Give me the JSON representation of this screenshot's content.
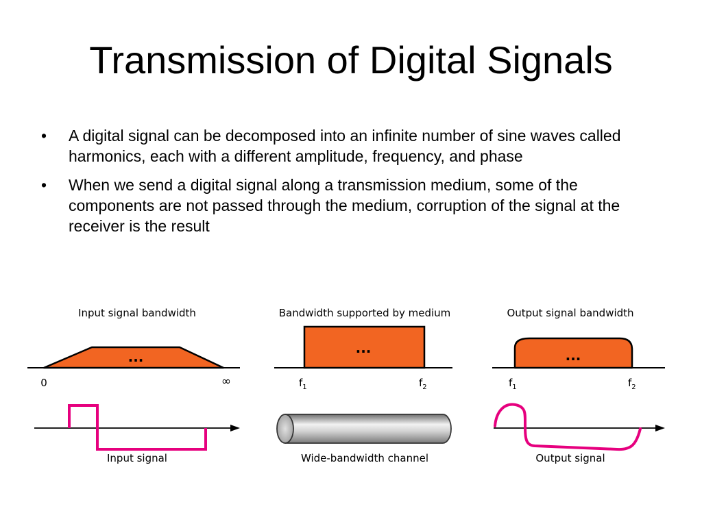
{
  "slide": {
    "title": "Transmission of Digital Signals",
    "bullets": [
      {
        "marker": "•",
        "text": "A digital signal can be decomposed into an infinite number of sine waves called harmonics, each with a different amplitude, frequency, and phase"
      },
      {
        "marker": "•",
        "text": "When we send a digital signal along a transmission medium, some of the components are not passed through the medium, corruption of the signal at the receiver is the result"
      }
    ]
  },
  "diagram": {
    "colors": {
      "band_fill": "#f26522",
      "signal_stroke": "#e6007e",
      "axis": "#000000",
      "cable_gray": "#b3b3b3"
    },
    "panels": [
      {
        "title": "Input signal bandwidth",
        "ellipsis": "...",
        "axis_left": "0",
        "axis_right": "∞",
        "caption": "Input signal"
      },
      {
        "title": "Bandwidth supported by medium",
        "ellipsis": "...",
        "axis_left": "f",
        "axis_left_sub": "1",
        "axis_right": "f",
        "axis_right_sub": "2",
        "caption": "Wide-bandwidth channel"
      },
      {
        "title": "Output signal bandwidth",
        "ellipsis": "...",
        "axis_left": "f",
        "axis_left_sub": "1",
        "axis_right": "f",
        "axis_right_sub": "2",
        "caption": "Output signal"
      }
    ]
  }
}
